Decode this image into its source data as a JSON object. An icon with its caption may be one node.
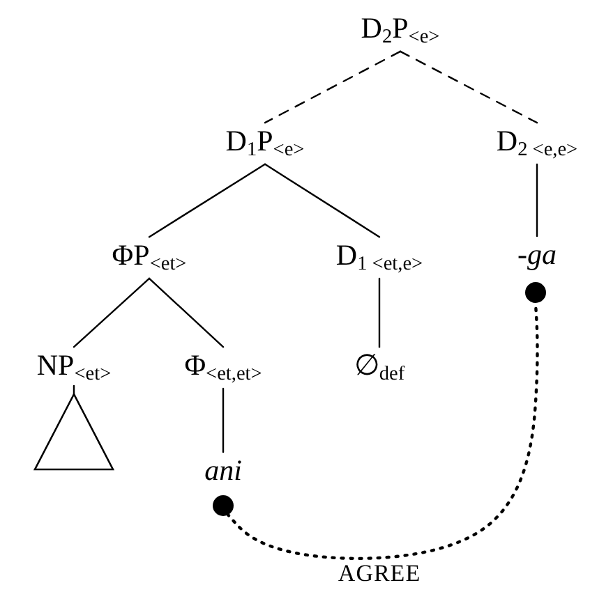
{
  "diagram": {
    "nodes": [
      {
        "text": [
          "D$_{2}$P$_{<e>}$"
        ]
      },
      {
        "text": [
          "D$_{1}$P$_{<e>}$"
        ]
      },
      {
        "text": [
          "D$_{2 <e,e>}$"
        ]
      },
      {
        "text": [
          "ΦP$_{<et>}$"
        ]
      },
      {
        "text": [
          "D$_{1 <et,e>}$"
        ]
      },
      {
        "text": [
          "-ga"
        ]
      },
      {
        "text": [
          "NP$_{<et>}$"
        ]
      },
      {
        "text": [
          "Φ$_{<et,et>}$"
        ]
      },
      {
        "text": [
          "∅$_{def}$"
        ]
      },
      {
        "text": [],
        "shape": "triangle"
      },
      {
        "text": [
          "ani"
        ]
      },
      {
        "text": [],
        "shape": "circle"
      },
      {
        "text": [],
        "shape": "circle"
      }
    ],
    "edges": [
      {
        "from": 0,
        "to": 1,
        "arrow": "none",
        "style": "dashed"
      },
      {
        "from": 0,
        "to": 2,
        "arrow": "none",
        "style": "dashed"
      },
      {
        "from": 1,
        "to": 3,
        "arrow": "none"
      },
      {
        "from": 1,
        "to": 4,
        "arrow": "none"
      },
      {
        "from": 2,
        "to": 5,
        "arrow": "none"
      },
      {
        "from": 3,
        "to": 6,
        "arrow": "none"
      },
      {
        "from": 3,
        "to": 7,
        "arrow": "none"
      },
      {
        "from": 4,
        "to": 8,
        "arrow": "none"
      },
      {
        "from": 6,
        "to": 9,
        "arrow": "none"
      },
      {
        "from": 7,
        "to": 10,
        "arrow": "none"
      },
      {
        "from": 11,
        "to": 12,
        "arrow": "none",
        "style": "dashed",
        "label": "AGREE"
      }
    ]
  }
}
